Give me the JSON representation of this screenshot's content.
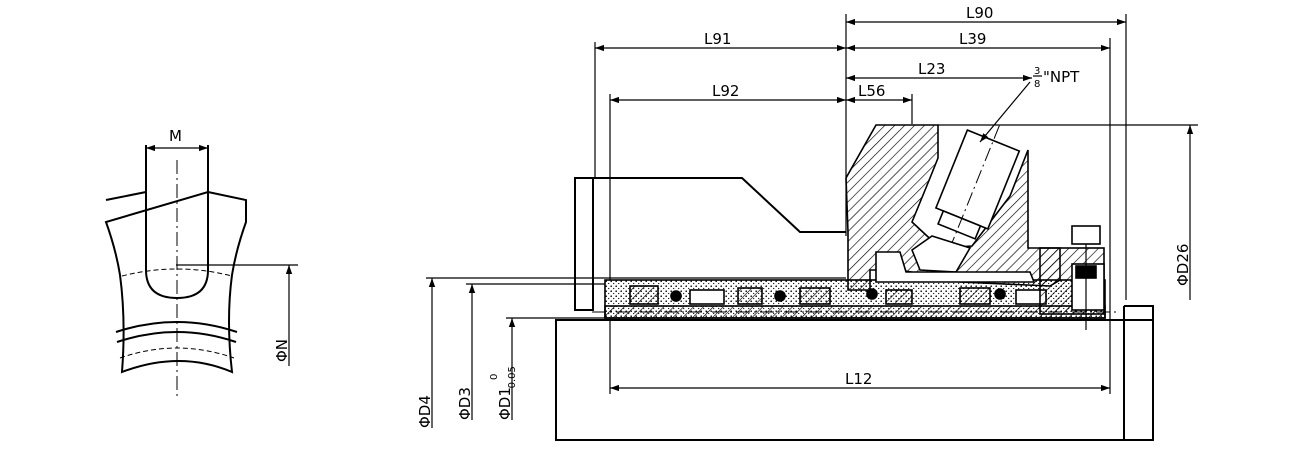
{
  "detail_view": {
    "labels": {
      "m": "M",
      "n": "ΦN"
    }
  },
  "section_view": {
    "dimensions": {
      "l90": "L90",
      "l39": "L39",
      "l91": "L91",
      "l23": "L23",
      "l92": "L92",
      "l56": "L56",
      "l12": "L12",
      "d26": "ΦD26",
      "d4": "ΦD4",
      "d3": "ΦD3",
      "d1": "ΦD1",
      "d1_upper_tol": "0",
      "d1_lower_tol": "-0.05"
    },
    "port": {
      "size_num": "3",
      "size_den": "8",
      "thread": "\"NPT"
    }
  },
  "colors": {
    "line": "#000000",
    "background": "#ffffff"
  }
}
